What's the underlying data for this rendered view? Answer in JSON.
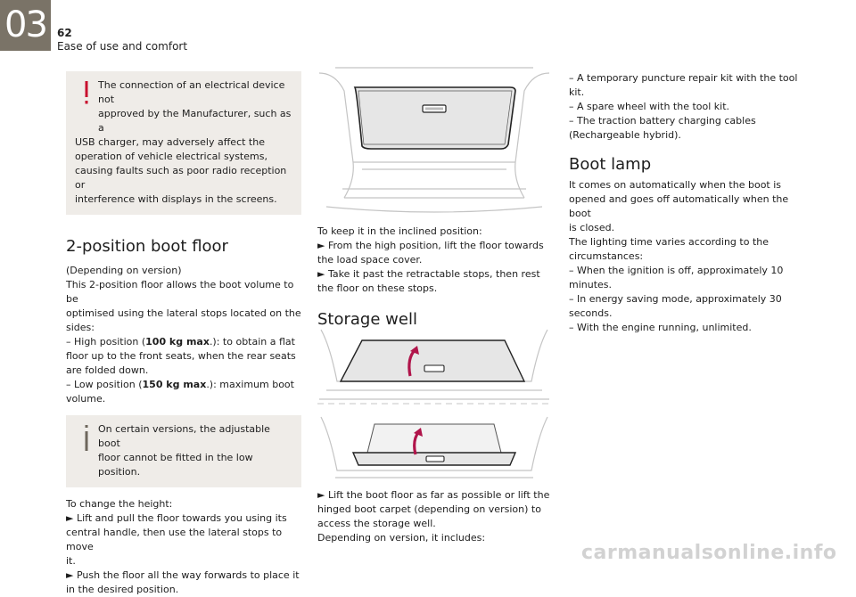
{
  "header": {
    "chapter": "03",
    "page_number": "62",
    "section": "Ease of use and comfort"
  },
  "col1": {
    "warning": {
      "line1": "The connection of an electrical device not",
      "line2": "approved by the Manufacturer, such as a",
      "line3": "USB charger, may adversely affect the",
      "line4": "operation of vehicle electrical systems,",
      "line5": "causing faults such as poor radio reception or",
      "line6": "interference with displays in the screens."
    },
    "heading": "2-position boot floor",
    "lines": {
      "l1": "(Depending on version)",
      "l2": "This 2-position floor allows the boot volume to be",
      "l3": "optimised using the lateral stops located on the",
      "l4": "sides:",
      "l5_pre": "–  High position (",
      "l5_bold": "100 kg max",
      "l5_post": ".): to obtain a flat",
      "l6": "floor up to the front seats, when the rear seats",
      "l7": "are folded down.",
      "l8_pre": "–  Low position (",
      "l8_bold": "150 kg max",
      "l8_post": ".): maximum boot",
      "l9": "volume."
    },
    "info": {
      "line1": "On certain versions, the adjustable boot",
      "line2": "floor cannot be fitted in the low position."
    },
    "after": {
      "l1": "To change the height:",
      "l2": "►  Lift and pull the floor towards you using its",
      "l3": "central handle, then use the lateral stops to move",
      "l4": "it.",
      "l5": "►  Push the floor all the way forwards to place it",
      "l6": "in the desired position."
    }
  },
  "col2": {
    "a": {
      "l1": "To keep it in the inclined position:",
      "l2": "►  From the high position, lift the floor towards",
      "l3": "the load space cover.",
      "l4": "►  Take it past the retractable stops, then rest",
      "l5": "the floor on these stops."
    },
    "heading": "Storage well",
    "b": {
      "l1": "►  Lift the boot floor as far as possible or lift the",
      "l2": "hinged boot carpet (depending on version) to",
      "l3": "access the storage well.",
      "l4": "Depending on version, it includes:"
    }
  },
  "col3": {
    "a": {
      "l1": "–  A temporary puncture repair kit with the tool",
      "l2": "kit.",
      "l3": "–  A spare wheel with the tool kit.",
      "l4": "–  The traction battery charging cables",
      "l5": "(Rechargeable hybrid)."
    },
    "heading": "Boot lamp",
    "b": {
      "l1": "It comes on automatically when the boot is",
      "l2": "opened and goes off automatically when the boot",
      "l3": "is closed.",
      "l4": "The lighting time varies according to the",
      "l5": "circumstances:",
      "l6": "–  When the ignition is off, approximately 10",
      "l7": "minutes.",
      "l8": "–  In energy saving mode, approximately 30",
      "l9": "seconds.",
      "l10": "–  With the engine running, unlimited."
    }
  },
  "watermark": "carmanualsonline.info",
  "colors": {
    "tab": "#7a7367",
    "warning_mark": "#c8102e",
    "info_mark": "#6d665c",
    "arrow": "#b0144a",
    "notice_bg": "#efece8"
  }
}
